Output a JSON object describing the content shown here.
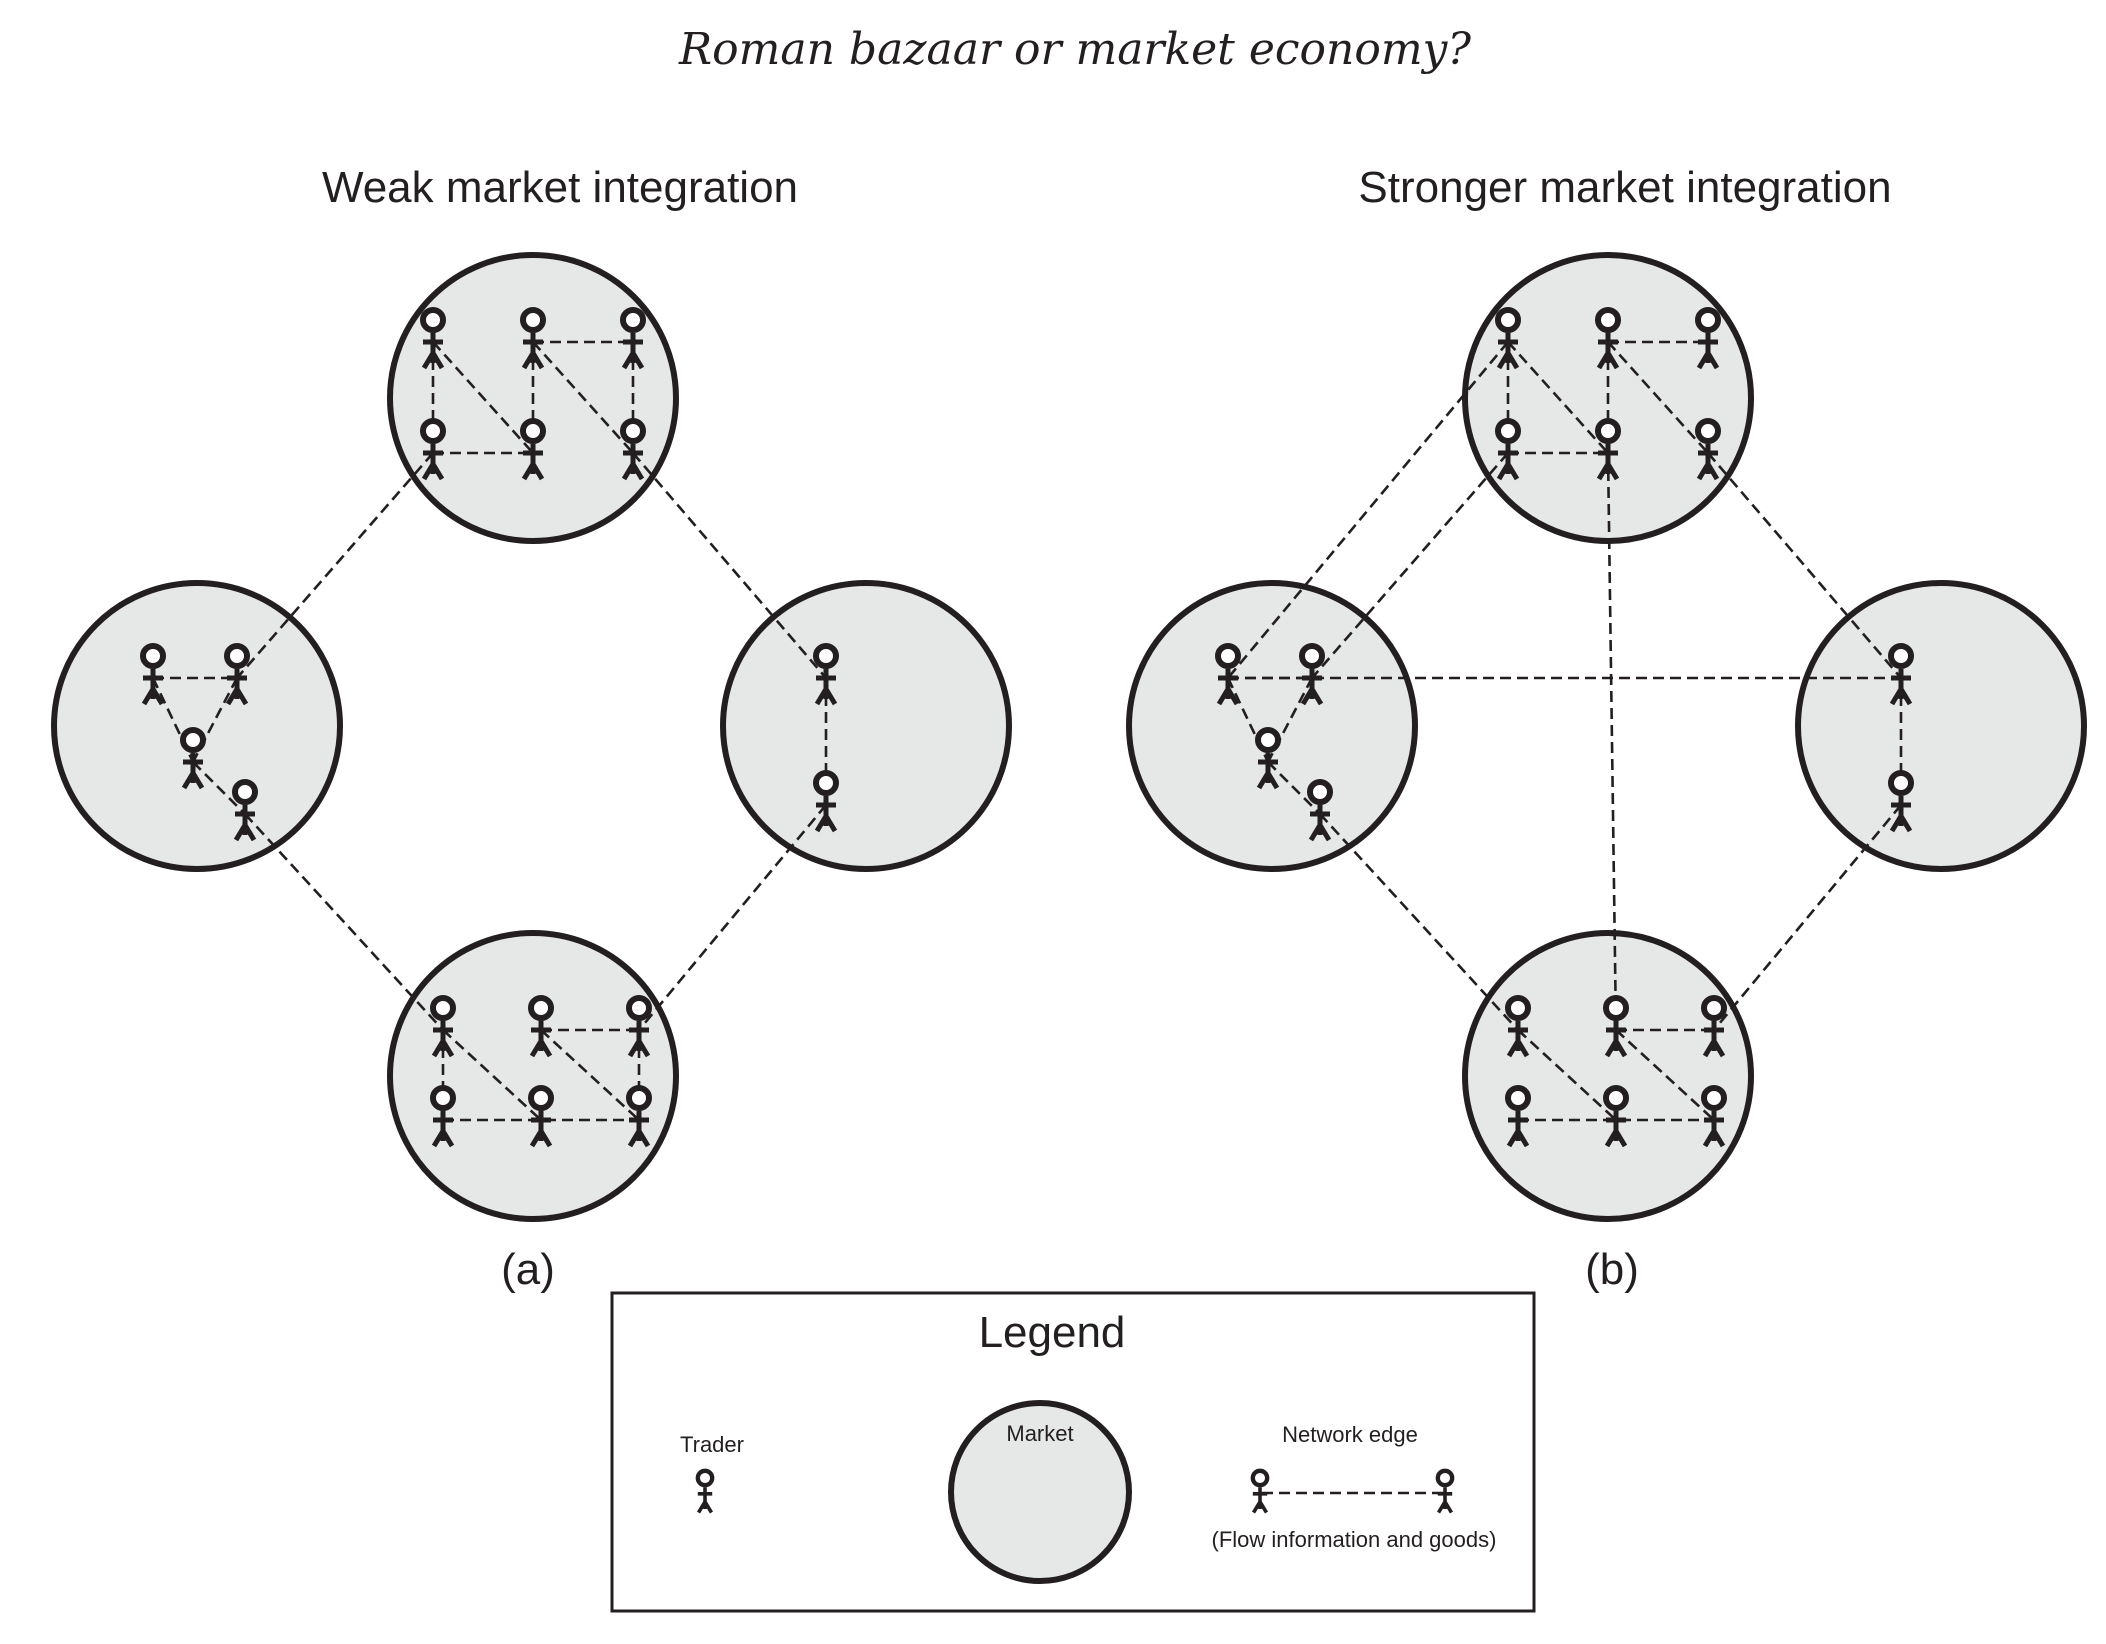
{
  "running_head": "Roman bazaar or market economy?",
  "panels": [
    {
      "id": "a",
      "title": "Weak market integration",
      "label": "(a)",
      "markets": [
        {
          "id": "top",
          "traders": [
            [
              0,
              0
            ],
            [
              1,
              0
            ],
            [
              2,
              0
            ],
            [
              0,
              1
            ],
            [
              1,
              1
            ],
            [
              2,
              1
            ]
          ]
        },
        {
          "id": "left",
          "traders": [
            [
              0,
              0
            ],
            [
              1,
              0
            ],
            [
              2,
              1
            ],
            [
              3,
              2
            ]
          ]
        },
        {
          "id": "right",
          "traders": [
            [
              0,
              0
            ],
            [
              0,
              1
            ]
          ]
        },
        {
          "id": "bottom",
          "traders": [
            [
              0,
              0
            ],
            [
              1,
              0
            ],
            [
              2,
              0
            ],
            [
              0,
              1
            ],
            [
              1,
              1
            ],
            [
              2,
              1
            ]
          ]
        }
      ],
      "edges": [
        [
          "top.0",
          "top.3"
        ],
        [
          "top.3",
          "top.4"
        ],
        [
          "top.0",
          "top.4"
        ],
        [
          "top.1",
          "top.4"
        ],
        [
          "top.1",
          "top.2"
        ],
        [
          "top.1",
          "top.5"
        ],
        [
          "top.2",
          "top.5"
        ],
        [
          "left.0",
          "left.1"
        ],
        [
          "left.0",
          "left.2"
        ],
        [
          "left.1",
          "left.2"
        ],
        [
          "left.2",
          "left.3"
        ],
        [
          "right.0",
          "right.1"
        ],
        [
          "bottom.0",
          "bottom.3"
        ],
        [
          "bottom.3",
          "bottom.5"
        ],
        [
          "bottom.0",
          "bottom.4"
        ],
        [
          "bottom.1",
          "bottom.2"
        ],
        [
          "bottom.1",
          "bottom.5"
        ],
        [
          "bottom.2",
          "bottom.5"
        ],
        [
          "top.3",
          "left.1"
        ],
        [
          "top.5",
          "right.0"
        ],
        [
          "left.3",
          "bottom.0"
        ],
        [
          "right.1",
          "bottom.2"
        ]
      ]
    },
    {
      "id": "b",
      "title": "Stronger market integration",
      "label": "(b)",
      "markets": [
        {
          "id": "top",
          "traders": [
            [
              0,
              0
            ],
            [
              1,
              0
            ],
            [
              2,
              0
            ],
            [
              0,
              1
            ],
            [
              1,
              1
            ],
            [
              2,
              1
            ]
          ]
        },
        {
          "id": "left",
          "traders": [
            [
              0,
              0
            ],
            [
              1,
              0
            ],
            [
              2,
              1
            ],
            [
              3,
              2
            ]
          ]
        },
        {
          "id": "right",
          "traders": [
            [
              0,
              0
            ],
            [
              0,
              1
            ]
          ]
        },
        {
          "id": "bottom",
          "traders": [
            [
              0,
              0
            ],
            [
              1,
              0
            ],
            [
              2,
              0
            ],
            [
              0,
              1
            ],
            [
              1,
              1
            ],
            [
              2,
              1
            ]
          ]
        }
      ],
      "edges": [
        [
          "top.0",
          "top.3"
        ],
        [
          "top.3",
          "top.4"
        ],
        [
          "top.0",
          "top.4"
        ],
        [
          "top.1",
          "top.4"
        ],
        [
          "top.1",
          "top.2"
        ],
        [
          "top.1",
          "top.5"
        ],
        [
          "left.0",
          "left.1"
        ],
        [
          "left.0",
          "left.2"
        ],
        [
          "left.1",
          "left.2"
        ],
        [
          "left.2",
          "left.3"
        ],
        [
          "right.0",
          "right.1"
        ],
        [
          "bottom.1",
          "bottom.2"
        ],
        [
          "bottom.0",
          "bottom.4"
        ],
        [
          "bottom.3",
          "bottom.5"
        ],
        [
          "bottom.1",
          "bottom.5"
        ],
        [
          "top.0",
          "left.0"
        ],
        [
          "top.3",
          "left.1"
        ],
        [
          "top.5",
          "right.0"
        ],
        [
          "left.0",
          "right.0"
        ],
        [
          "left.3",
          "bottom.0"
        ],
        [
          "right.1",
          "bottom.2"
        ],
        [
          "top.4",
          "bottom.1"
        ]
      ]
    }
  ],
  "legend": {
    "title": "Legend",
    "trader_label": "Trader",
    "market_label": "Market",
    "edge_label": "Network edge",
    "edge_caption": "(Flow information and goods)"
  },
  "colors": {
    "ink": "#231f20",
    "market_fill": "#e6e7e7"
  }
}
